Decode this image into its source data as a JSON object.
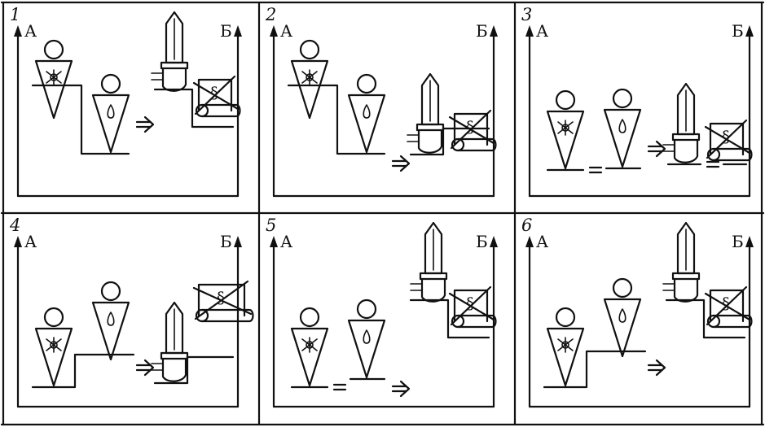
{
  "axes": {
    "left_label": "А",
    "right_label": "Б"
  },
  "panels": [
    {
      "number": "1",
      "left_figure": "crossed",
      "right_figure": "drop",
      "left_higher": true,
      "relation": "",
      "sword_higher": true,
      "scroll_state": "crossed-small"
    },
    {
      "number": "2",
      "left_figure": "crossed",
      "right_figure": "drop",
      "left_higher": true,
      "relation": "",
      "sword_higher": false,
      "scroll_state": "crossed-small"
    },
    {
      "number": "3",
      "left_figure": "crossed",
      "right_figure": "drop",
      "left_higher": false,
      "relation": "=",
      "sword_higher": false,
      "scroll_state": "crossed-small",
      "sword_relation": "="
    },
    {
      "number": "4",
      "left_figure": "crossed",
      "right_figure": "drop",
      "left_higher": false,
      "relation": "",
      "sword_higher": false,
      "scroll_state": "crossed-large"
    },
    {
      "number": "5",
      "left_figure": "crossed",
      "right_figure": "drop",
      "left_higher": false,
      "relation": "=",
      "sword_higher": true,
      "scroll_state": "crossed-small"
    },
    {
      "number": "6",
      "left_figure": "crossed",
      "right_figure": "drop",
      "left_higher": false,
      "relation": "",
      "sword_higher": true,
      "scroll_state": "crossed-small"
    }
  ],
  "symbols": {
    "arrow": "double-line-arrow-icon",
    "sword": "sword-icon",
    "scroll": "scroll-icon",
    "person_crossed": "person-crossed-icon",
    "person_drop": "person-drop-icon"
  }
}
